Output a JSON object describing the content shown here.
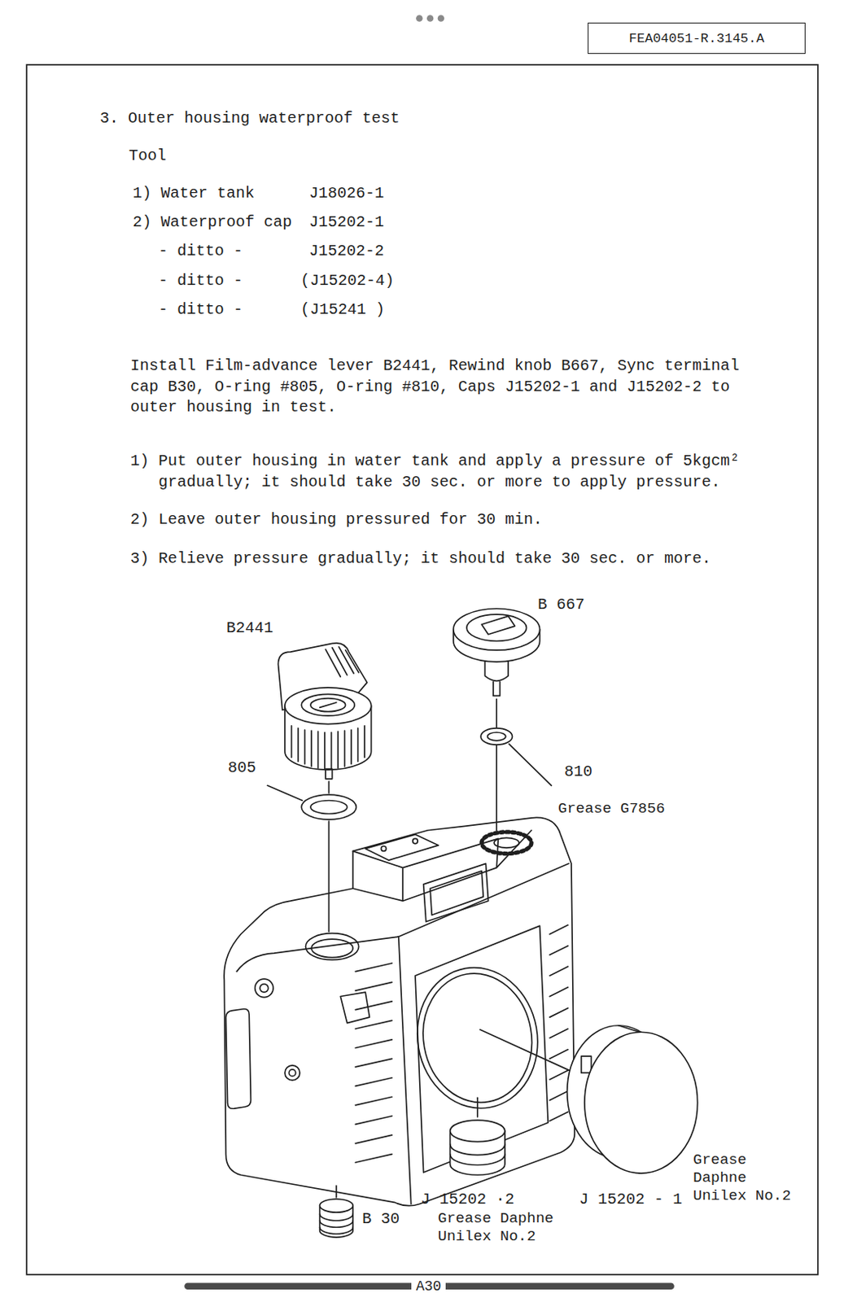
{
  "diagram": {
    "title": "3. Outer housing waterproof test",
    "nodes": [
      {
        "text": [
          "FEA04051-R.3145.A"
        ]
      }
    ],
    "labels": [
      "Tool",
      "1) Water tank",
      "J18026-1",
      "2) Waterproof cap",
      "J15202-1",
      "- ditto -",
      "J15202-2",
      "- ditto -",
      "(J15202-4)",
      "- ditto -",
      "(J15241 )",
      "Install Film-advance lever B2441, Rewind knob B667, Sync terminal cap B30, O-ring #805, O-ring #810, Caps J15202-1 and J15202-2 to outer housing in test.",
      "1) Put outer housing in water tank and apply a pressure of 5kgcm² gradually; it should take 30 sec. or more to apply pressure.",
      "2) Leave outer housing pressured for 30 min.",
      "3) Relieve pressure gradually; it should take 30 sec. or more.",
      "B2441",
      "B 667",
      "805",
      "810",
      "Grease G7856",
      "Grease Daphne Unilex No.2",
      "B 30",
      "J 15202 ·2",
      "J 15202 - 1",
      "Grease Daphne Unilex No.2",
      "A30"
    ]
  }
}
